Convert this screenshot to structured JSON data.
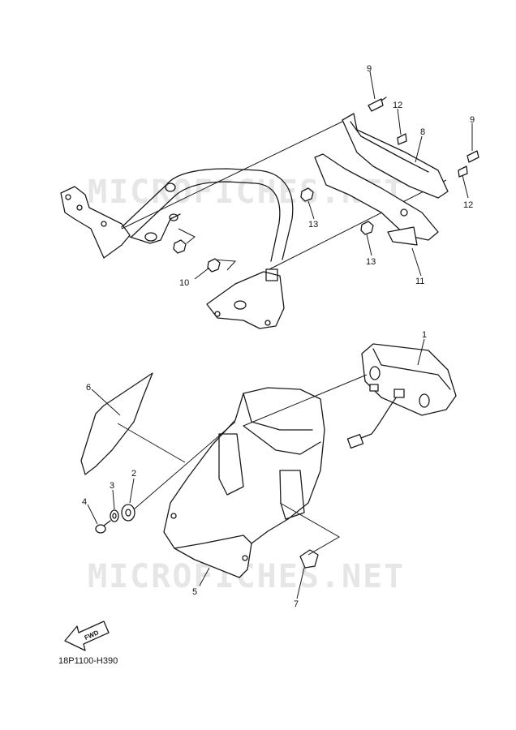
{
  "watermark": "MICROFICHES.NET",
  "diagram_code": "18P1100-H390",
  "fwd_label": "FWD",
  "callouts": {
    "c1": "1",
    "c2": "2",
    "c3": "3",
    "c4": "4",
    "c5": "5",
    "c6": "6",
    "c7": "7",
    "c8": "8",
    "c9a": "9",
    "c9b": "9",
    "c10": "10",
    "c11": "11",
    "c12a": "12",
    "c12b": "12",
    "c13a": "13",
    "c13b": "13"
  }
}
